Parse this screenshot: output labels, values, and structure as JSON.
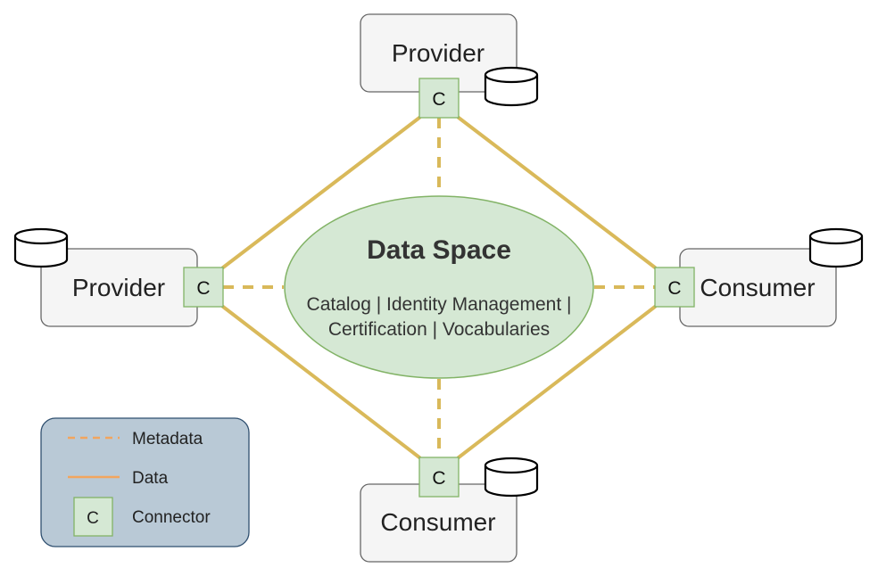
{
  "hub": {
    "title": "Data Space",
    "line1": "Catalog | Identity Management |",
    "line2": "Certification | Vocabularies"
  },
  "parties": {
    "top": "Provider",
    "left": "Provider",
    "right": "Consumer",
    "bottom": "Consumer"
  },
  "connector_label": "C",
  "legend": {
    "metadata": "Metadata",
    "data": "Data",
    "connector_symbol": "C",
    "connector": "Connector"
  },
  "colors": {
    "data_line": "#d9b95a",
    "metadata_line": "#d9b95a",
    "legend_line": "#f2a55e",
    "hub_fill": "#d5e8d4",
    "hub_stroke": "#82b366",
    "connector_fill": "#d5e8d4",
    "party_fill": "#f5f5f5",
    "legend_fill": "#b9c9d6"
  }
}
